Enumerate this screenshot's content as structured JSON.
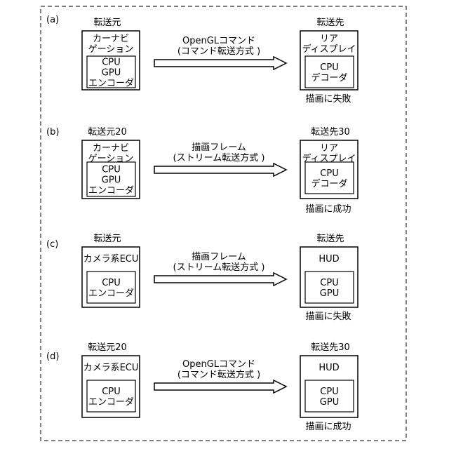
{
  "panels": [
    {
      "label": "(a)",
      "src_title": "転送元",
      "src_name": [
        "カーナビ",
        "ゲーション"
      ],
      "src_inner": [
        "CPU",
        "GPU",
        "エンコーダ"
      ],
      "arrow_lines": [
        "OpenGLコマンド",
        "(コマンド転送方式 )"
      ],
      "dst_title": "転送先",
      "dst_name": [
        "リア",
        "ディスプレイ"
      ],
      "dst_inner": [
        "CPU",
        "デコーダ"
      ],
      "result": "描画に失敗"
    },
    {
      "label": "(b)",
      "src_title": "転送元20",
      "src_name": [
        "カーナビ",
        "ゲーション"
      ],
      "src_inner": [
        "CPU",
        "GPU",
        "エンコーダ"
      ],
      "arrow_lines": [
        "描画フレーム",
        "(ストリーム転送方式 )"
      ],
      "dst_title": "転送先30",
      "dst_name": [
        "リア",
        "ディスプレイ"
      ],
      "dst_inner": [
        "CPU",
        "デコーダ"
      ],
      "result": "描画に成功"
    },
    {
      "label": "(c)",
      "src_title": "転送元",
      "src_name": [
        "カメラ系ECU"
      ],
      "src_inner": [
        "CPU",
        "エンコーダ"
      ],
      "arrow_lines": [
        "描画フレーム",
        "(ストリーム転送方式 )"
      ],
      "dst_title": "転送先",
      "dst_name": [
        "HUD"
      ],
      "dst_inner": [
        "CPU",
        "GPU"
      ],
      "result": "描画に失敗"
    },
    {
      "label": "(d)",
      "src_title": "転送元20",
      "src_name": [
        "カメラ系ECU"
      ],
      "src_inner": [
        "CPU",
        "エンコーダ"
      ],
      "arrow_lines": [
        "OpenGLコマンド",
        "(コマンド転送方式 )"
      ],
      "dst_title": "転送先30",
      "dst_name": [
        "HUD"
      ],
      "dst_inner": [
        "CPU",
        "GPU"
      ],
      "result": "描画に成功"
    }
  ]
}
